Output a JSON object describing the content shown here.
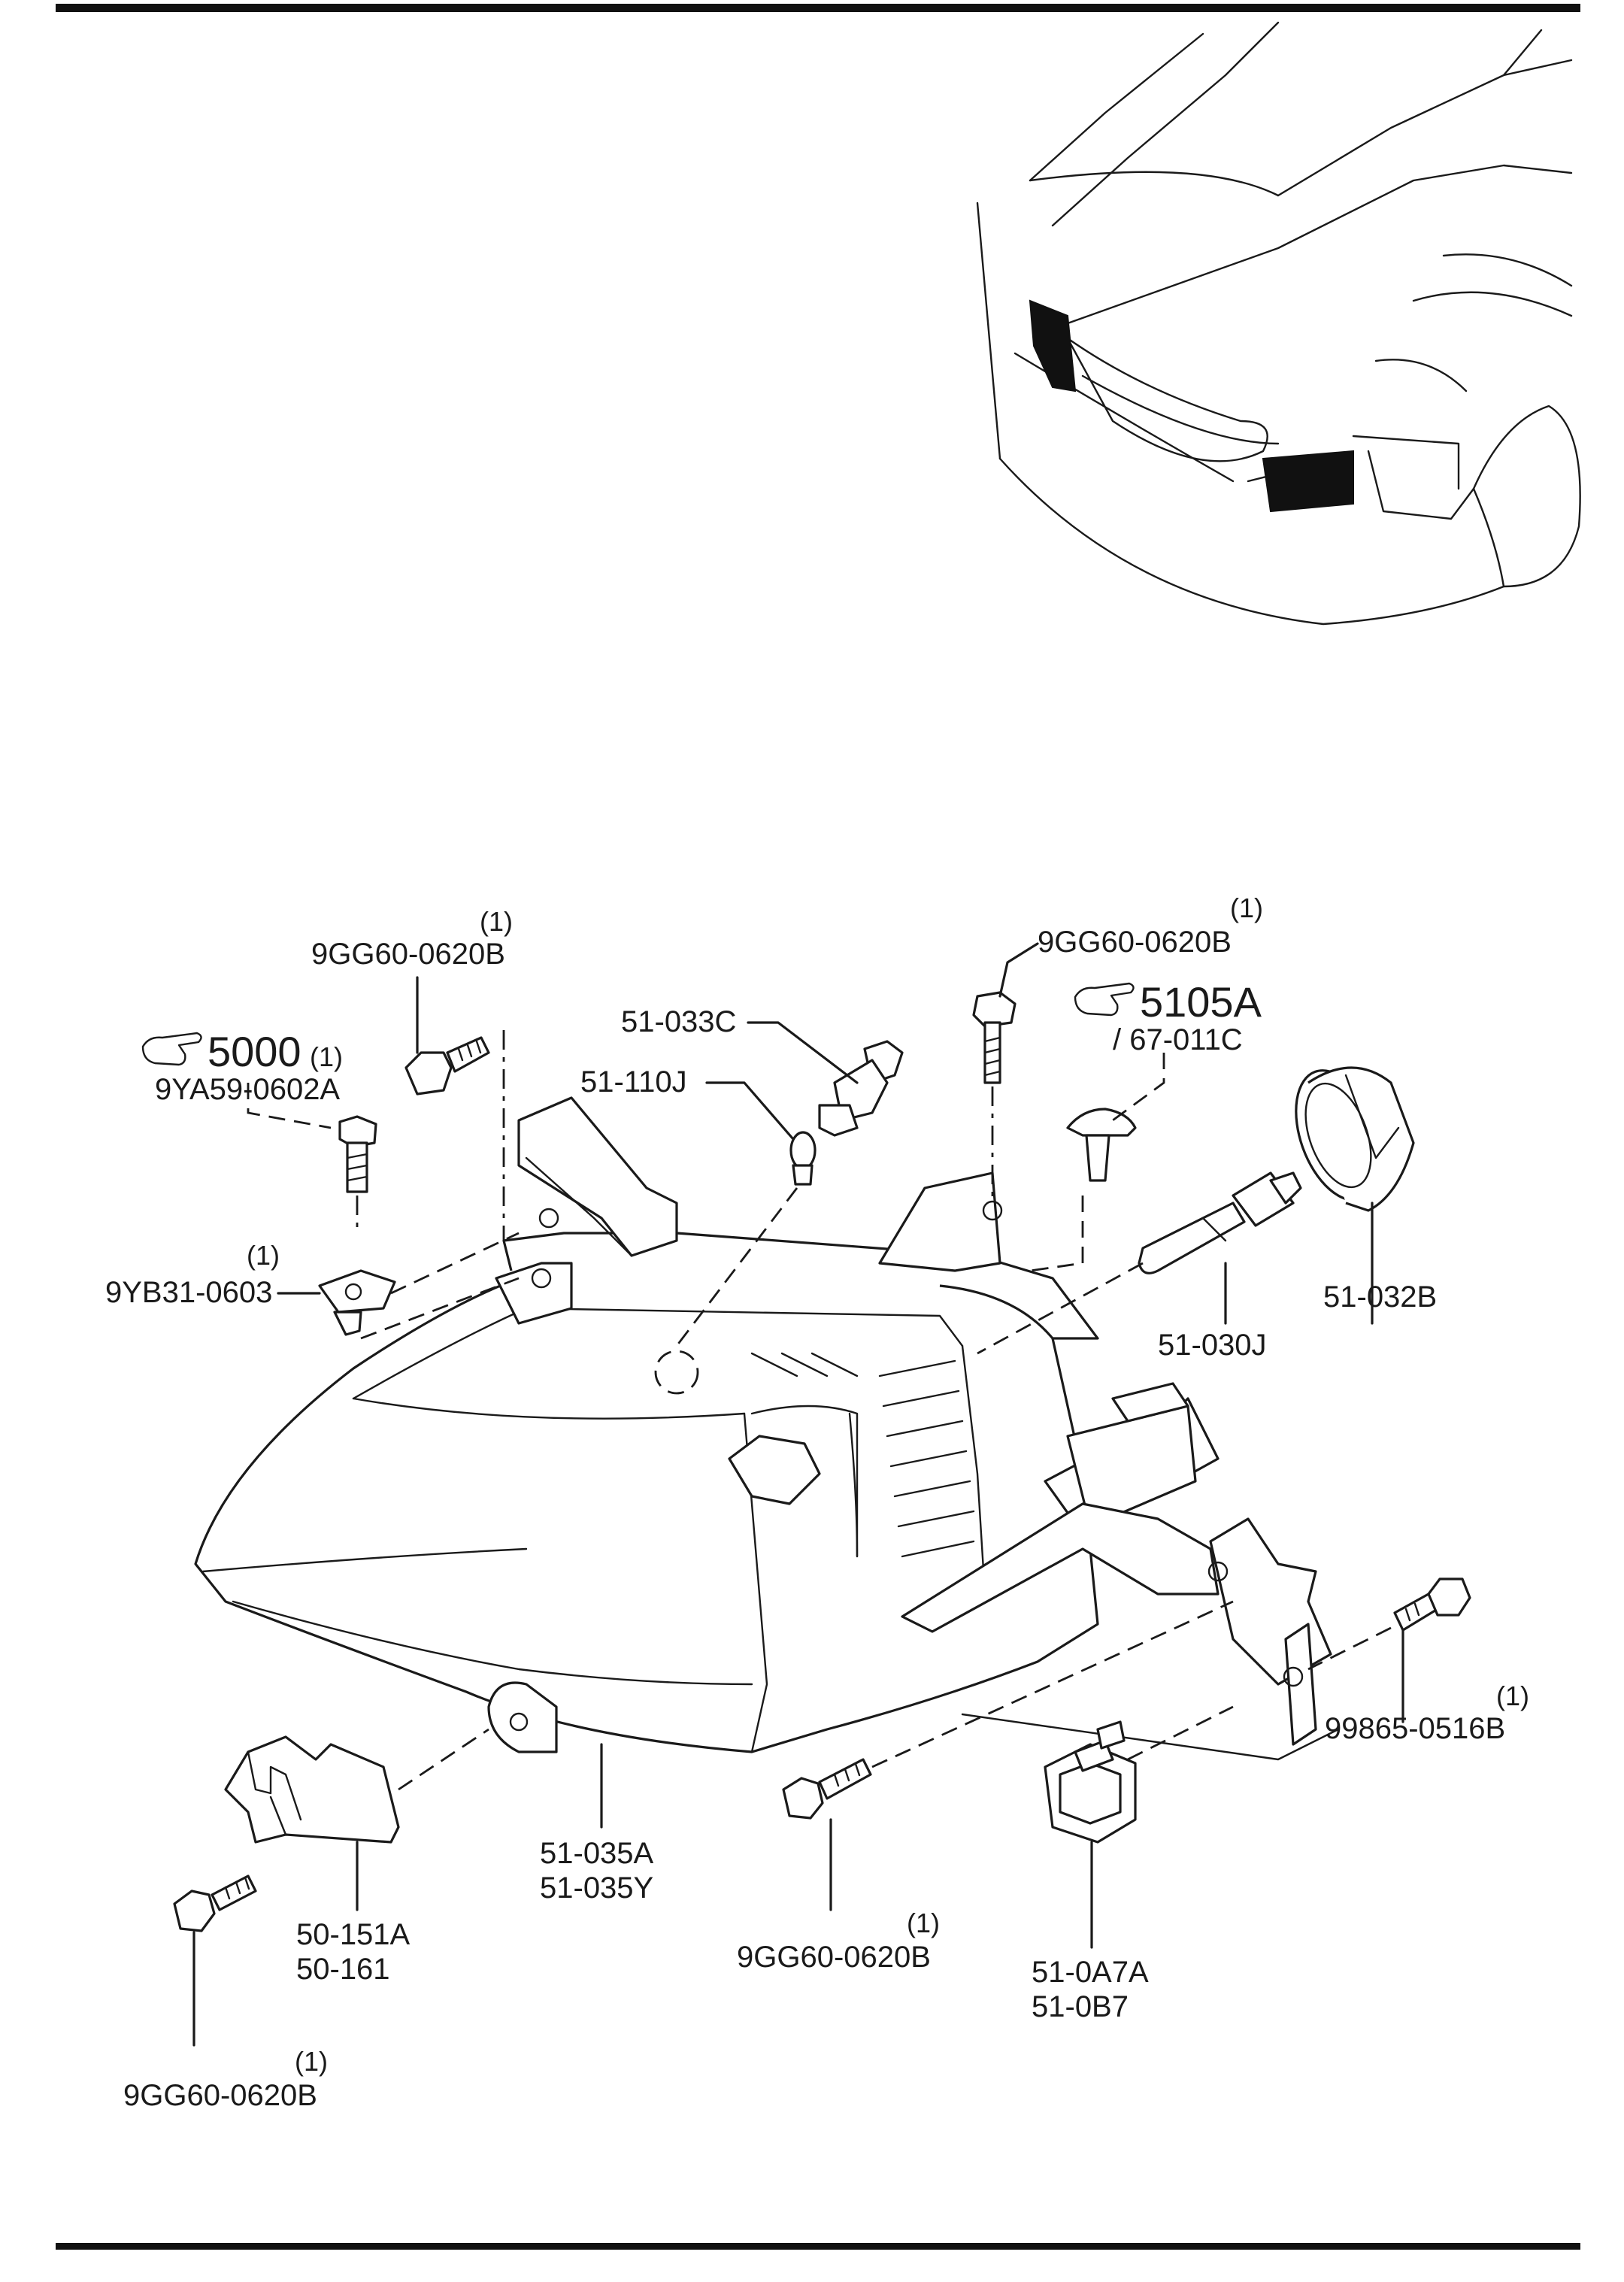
{
  "colors": {
    "ink": "#1a1a1a",
    "background": "#ffffff"
  },
  "icons": {
    "reference": "pointing-hand-icon"
  },
  "references": [
    {
      "ref": "5000",
      "qty": "(1)"
    },
    {
      "ref": "5105A",
      "sub": "/ 67-011C"
    }
  ],
  "parts": {
    "bolt_upper_left": {
      "number": "9GG60-0620B",
      "qty": "(1)"
    },
    "bolt_upper_right": {
      "number": "9GG60-0620B",
      "qty": "(1)"
    },
    "screw_9ya59": {
      "number": "9YA59-0602A"
    },
    "nut_9yb31": {
      "number": "9YB31-0603",
      "qty": "(1)"
    },
    "bulb_socket": {
      "number": "51-033C"
    },
    "bulb_small": {
      "number": "51-110J"
    },
    "bulb_main": {
      "number": "51-030J"
    },
    "bulb_cap": {
      "number": "51-032B"
    },
    "headlamp": {
      "numbers": [
        "51-035A",
        "51-035Y"
      ]
    },
    "bracket": {
      "numbers": [
        "50-151A",
        "50-161"
      ]
    },
    "bolt_lower_left": {
      "number": "9GG60-0620B",
      "qty": "(1)"
    },
    "bolt_lower_mid": {
      "number": "9GG60-0620B",
      "qty": "(1)"
    },
    "bolt_right": {
      "number": "99865-0516B",
      "qty": "(1)"
    },
    "connector": {
      "numbers": [
        "51-0A7A",
        "51-0B7"
      ]
    }
  }
}
